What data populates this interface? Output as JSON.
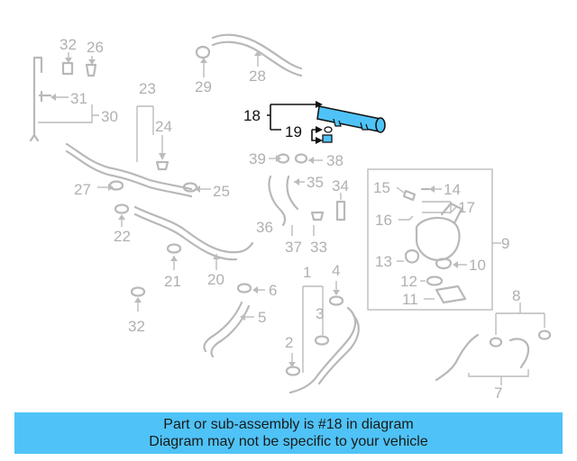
{
  "callouts": [
    "32",
    "26",
    "31",
    "30",
    "29",
    "28",
    "23",
    "24",
    "27",
    "25",
    "22",
    "21",
    "20",
    "32",
    "39",
    "38",
    "36",
    "35",
    "34",
    "37",
    "33",
    "15",
    "14",
    "17",
    "16",
    "9",
    "13",
    "12",
    "10",
    "11",
    "1",
    "4",
    "6",
    "5",
    "3",
    "2",
    "8",
    "7",
    "18",
    "19"
  ],
  "highlight": {
    "part_number": "18",
    "sub_part_number": "19",
    "color": "#4fc3f7"
  },
  "caption": {
    "line1": "Part or sub-assembly is #18 in diagram",
    "line2": "Diagram may not be specific to your vehicle"
  }
}
